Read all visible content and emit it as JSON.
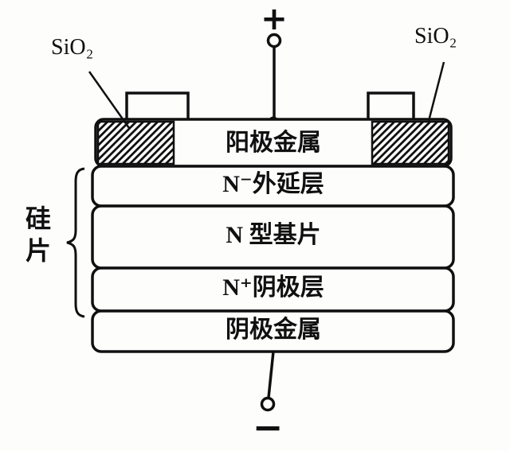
{
  "diagram": {
    "terminals": {
      "positive": "+",
      "negative": "−"
    },
    "annotations": {
      "sio2_left": "SiO₂",
      "sio2_right": "SiO₂",
      "silicon_wafer": "硅片"
    },
    "layers": [
      {
        "label": "阳极金属"
      },
      {
        "label": "N⁻外延层"
      },
      {
        "label": "N 型基片"
      },
      {
        "label": "N⁺阴极层"
      },
      {
        "label": "阴极金属"
      }
    ],
    "colors": {
      "line": "#101010",
      "fill": "#fdfdfc"
    }
  }
}
